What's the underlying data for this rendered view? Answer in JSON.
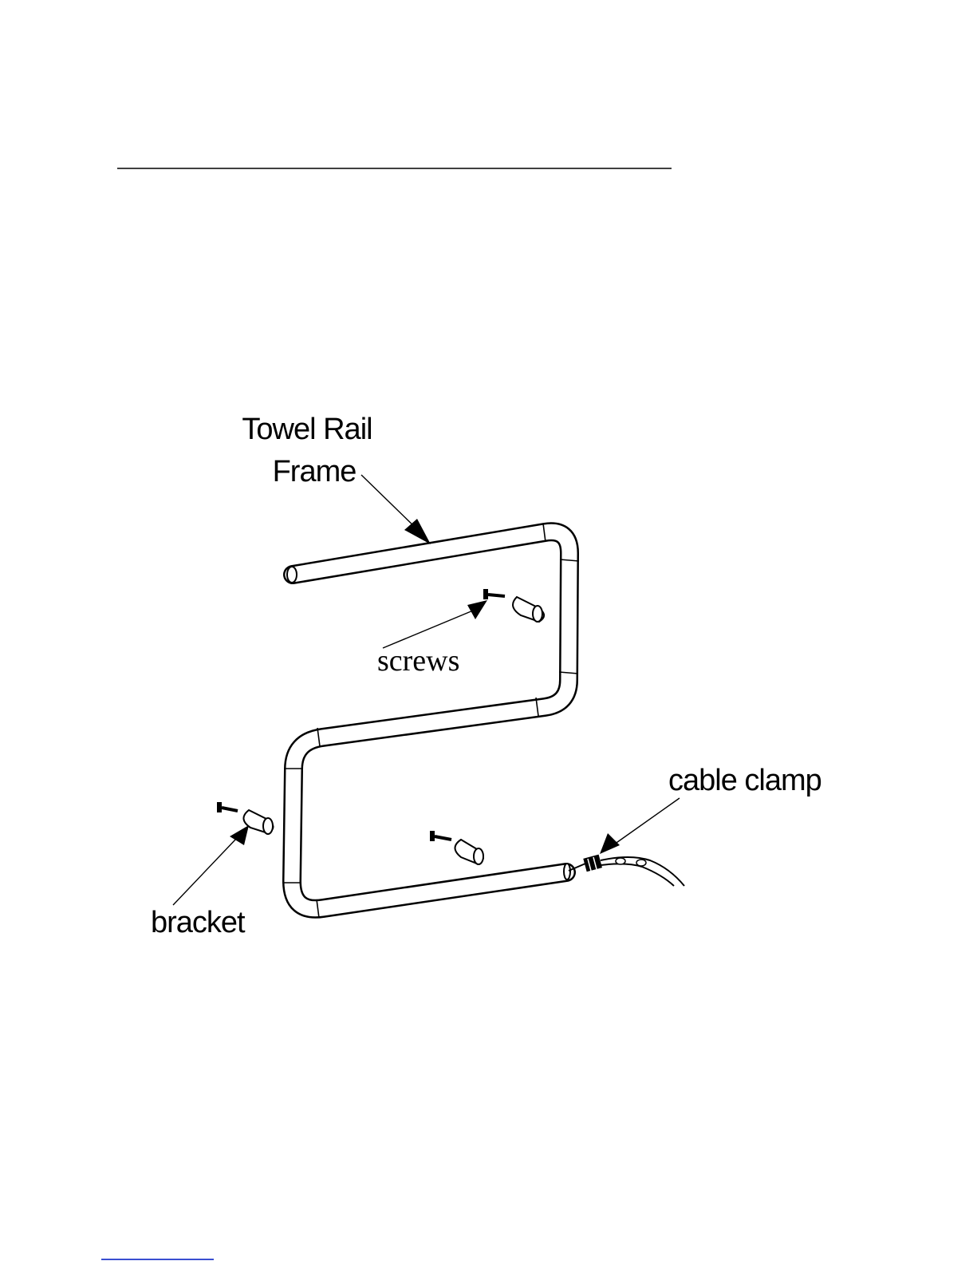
{
  "diagram": {
    "labels": {
      "frame_line1": "Towel Rail",
      "frame_line2": "Frame",
      "screws": "screws",
      "cable_clamp": "cable clamp",
      "bracket": "bracket"
    }
  }
}
